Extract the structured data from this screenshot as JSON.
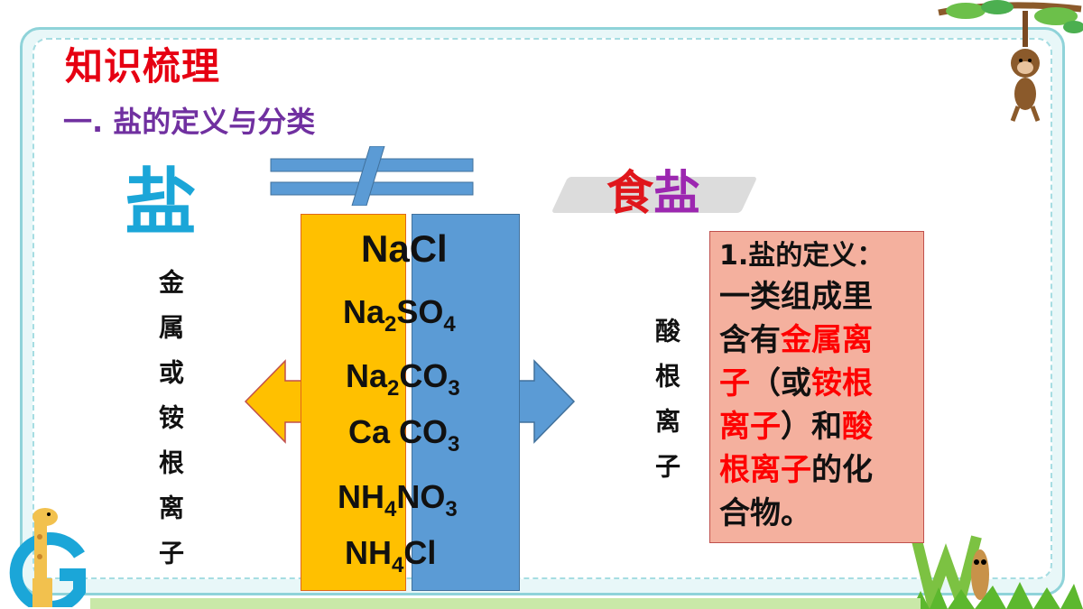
{
  "slide": {
    "title": "知识梳理",
    "subtitle": "一. 盐的定义与分类",
    "salt_char": "盐",
    "table_salt_part1": "食",
    "table_salt_part2": "盐",
    "left_label": "金属或铵根离子",
    "right_label": "酸根离子"
  },
  "formulas": [
    {
      "base1": "NaCl",
      "sub1": "",
      "base2": "",
      "sub2": ""
    },
    {
      "base1": "Na",
      "sub1": "2",
      "base2": "SO",
      "sub2": "4"
    },
    {
      "base1": "Na",
      "sub1": "2",
      "base2": "CO",
      "sub2": "3"
    },
    {
      "base1": "Ca CO",
      "sub1": "3",
      "base2": "",
      "sub2": ""
    },
    {
      "base1": "NH",
      "sub1": "4",
      "base2": "NO",
      "sub2": "3"
    },
    {
      "base1": "NH",
      "sub1": "4",
      "base2": "Cl",
      "sub2": ""
    }
  ],
  "definition": {
    "heading": "1.盐的定义：",
    "p1": "一类组成里",
    "p2": "含有",
    "p3_red": "金属离",
    "p4_red": "子",
    "p5": "（或",
    "p6_red": "铵根",
    "p7_red": "离子",
    "p8": "）和",
    "p9_red": "酸",
    "p10_red": "根离子",
    "p11": "的化",
    "p12": "合物。"
  },
  "colors": {
    "title": "#e60012",
    "subtitle": "#7030a0",
    "salt": "#1ba6d8",
    "yellow_column": "#ffc000",
    "blue_column": "#5b9bd5",
    "definition_box": "#f4b09e"
  }
}
